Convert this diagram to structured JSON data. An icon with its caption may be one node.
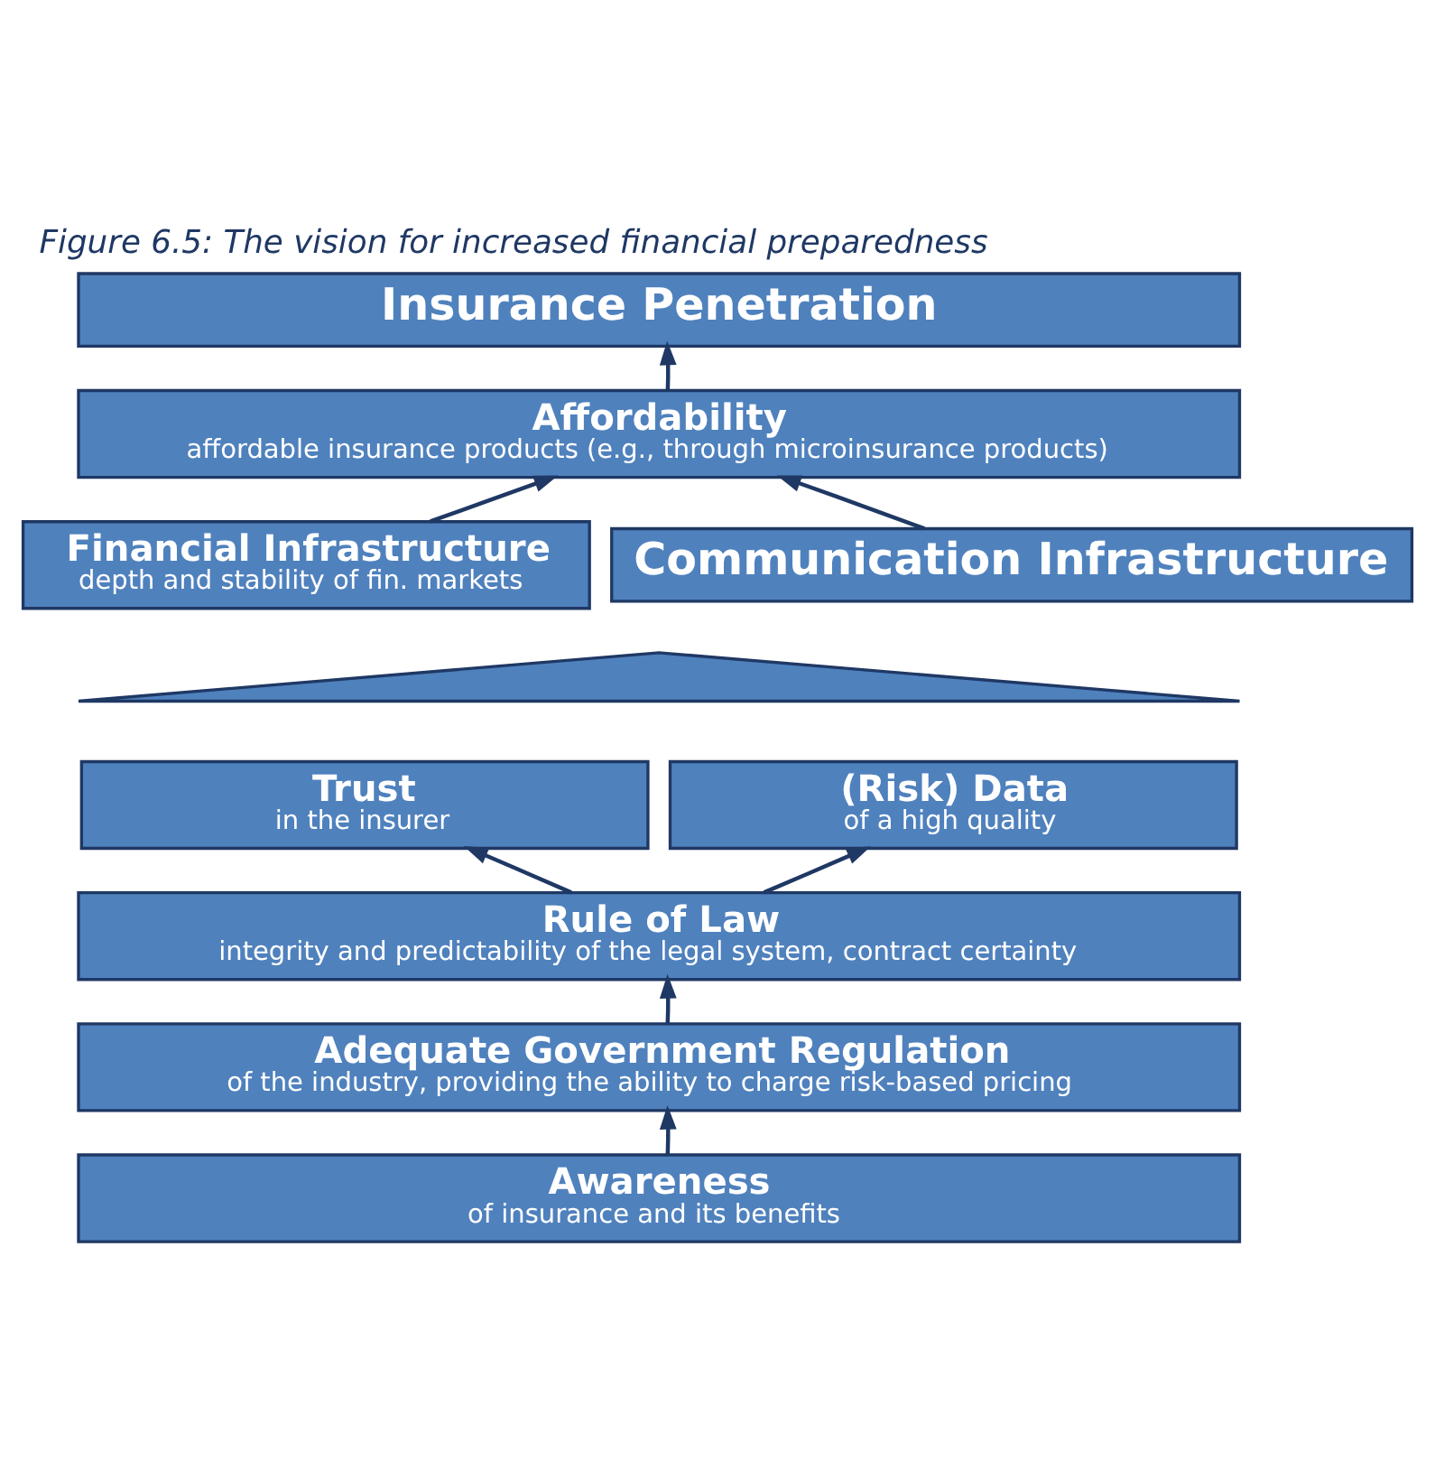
{
  "diagram": {
    "title": "Figure 6.5: The vision for increased financial preparedness",
    "nodes": [
      {
        "text": [
          "Insurance Penetration"
        ]
      },
      {
        "text": [
          "Affordability",
          "affordable insurance products (e.g., through microinsurance products)"
        ]
      },
      {
        "text": [
          "Financial Infrastructure",
          "depth and stability of fin. markets"
        ]
      },
      {
        "text": [
          "Communication Infrastructure"
        ]
      },
      {
        "text": [],
        "shape": "triangle"
      },
      {
        "text": [
          "Trust",
          "in the insurer"
        ]
      },
      {
        "text": [
          "(Risk) Data",
          "of a high quality"
        ]
      },
      {
        "text": [
          "Rule of Law",
          "integrity and predictability of the legal system, contract certainty"
        ]
      },
      {
        "text": [
          "Adequate Government Regulation",
          "of the industry, providing the ability to charge risk-based pricing"
        ]
      },
      {
        "text": [
          "Awareness",
          "of insurance and its benefits"
        ]
      }
    ],
    "edges": [
      {
        "from": 9,
        "to": 8,
        "arrow": "to"
      },
      {
        "from": 8,
        "to": 7,
        "arrow": "to"
      },
      {
        "from": 7,
        "to": 5,
        "arrow": "to"
      },
      {
        "from": 7,
        "to": 6,
        "arrow": "to"
      },
      {
        "from": 2,
        "to": 1,
        "arrow": "to"
      },
      {
        "from": 3,
        "to": 1,
        "arrow": "to"
      },
      {
        "from": 1,
        "to": 0,
        "arrow": "to"
      }
    ]
  }
}
